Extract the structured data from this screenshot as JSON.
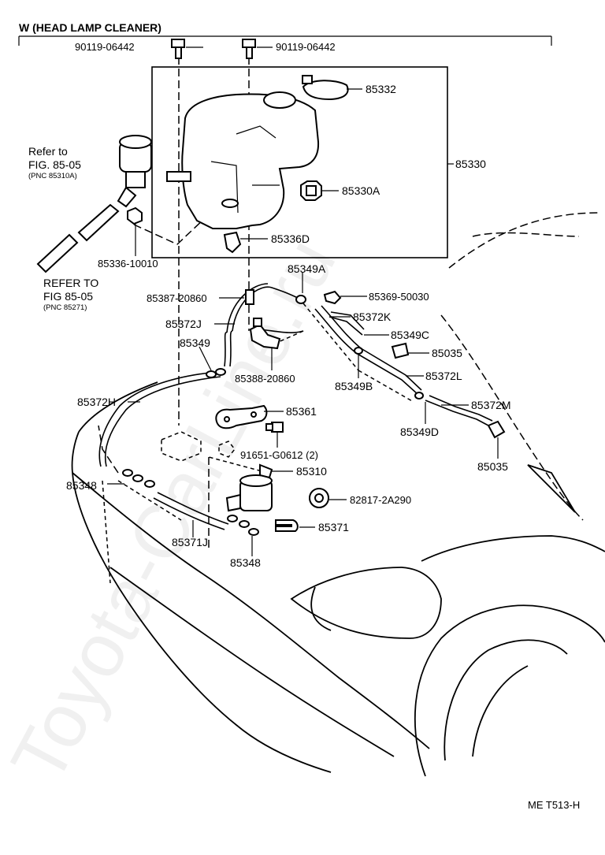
{
  "title": "W (HEAD LAMP CLEANER)",
  "figure_code": "ME T513-H",
  "watermark": "Toyota-CarLine.ru",
  "refs": {
    "ref1_l1": "Refer to",
    "ref1_l2": "FIG. 85-05",
    "ref1_l3": "(PNC 85310A)",
    "ref2_l1": "REFER TO",
    "ref2_l2": "FIG 85-05",
    "ref2_l3": "(PNC 85271)"
  },
  "parts": {
    "p90119a": "90119-06442",
    "p90119b": "90119-06442",
    "p85332": "85332",
    "p85330": "85330",
    "p85330A": "85330A",
    "p85336D": "85336D",
    "p85336_10010": "85336-10010",
    "p85349A": "85349A",
    "p85369": "85369-50030",
    "p85387": "85387-20860",
    "p85372J": "85372J",
    "p85372K": "85372K",
    "p85349C": "85349C",
    "p85349": "85349",
    "p85035a": "85035",
    "p85388": "85388-20860",
    "p85349B": "85349B",
    "p85372L": "85372L",
    "p85372H": "85372H",
    "p85361": "85361",
    "p85372M": "85372M",
    "p85349D": "85349D",
    "p91651": "91651-G0612 (2)",
    "p85310": "85310",
    "p85035b": "85035",
    "p85348a": "85348",
    "p82817": "82817-2A290",
    "p85371": "85371",
    "p85371J": "85371J",
    "p85348b": "85348"
  }
}
